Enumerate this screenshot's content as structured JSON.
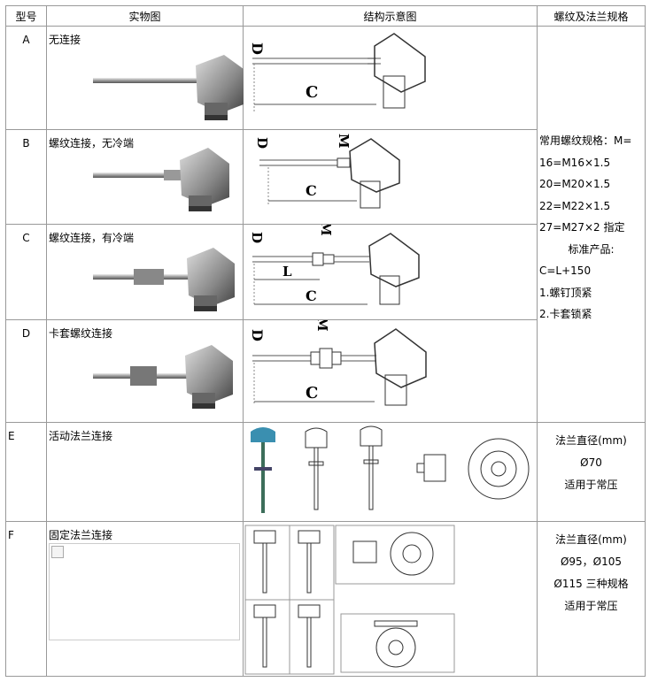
{
  "header": {
    "col_model": "型号",
    "col_photo": "实物图",
    "col_diagram": "结构示意图",
    "col_spec": "螺纹及法兰规格"
  },
  "rows": [
    {
      "model": "A",
      "label": "无连接",
      "diagram_letters": [
        "D",
        "C"
      ]
    },
    {
      "model": "B",
      "label": "螺纹连接，无冷端",
      "diagram_letters": [
        "D",
        "M",
        "C"
      ]
    },
    {
      "model": "C",
      "label": "螺纹连接，有冷端",
      "diagram_letters": [
        "D",
        "M",
        "L",
        "C"
      ]
    },
    {
      "model": "D",
      "label": "卡套螺纹连接",
      "diagram_letters": [
        "D",
        "M",
        "C"
      ]
    },
    {
      "model": "E",
      "label": "活动法兰连接"
    },
    {
      "model": "F",
      "label": "固定法兰连接"
    }
  ],
  "spec_thread": [
    "常用螺纹规格：M=",
    "16=M16×1.5",
    "20=M20×1.5",
    "22=M22×1.5",
    "27=M27×2 指定",
    "标准产品:",
    "C=L+150",
    "1.螺钉顶紧",
    "2.卡套锁紧"
  ],
  "spec_E": [
    "法兰直径(mm)",
    "Ø70",
    "适用于常压"
  ],
  "spec_F": [
    "法兰直径(mm)",
    "Ø95，Ø105",
    "Ø115 三种规格",
    "适用于常压"
  ]
}
